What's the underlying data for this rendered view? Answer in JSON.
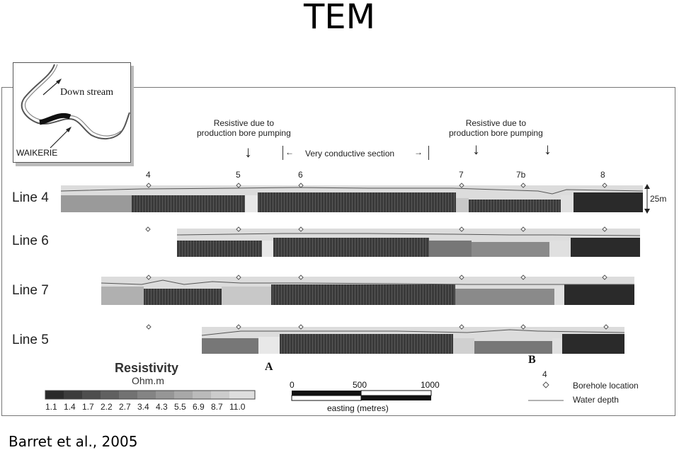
{
  "title": "TEM",
  "citation": "Barret et al., 2005",
  "inset": {
    "downstream_label": "Down stream",
    "town_label": "WAIKERIE"
  },
  "annotations": {
    "resistive_left": "Resistive due to\nproduction bore pumping",
    "resistive_right": "Resistive due to\nproduction bore pumping",
    "conductive_section": "Very conductive section",
    "depth_scale": "25m",
    "point_a": "A",
    "point_b": "B"
  },
  "boreholes": [
    "4",
    "5",
    "6",
    "7",
    "7b",
    "8"
  ],
  "lines": [
    {
      "name": "Line 4"
    },
    {
      "name": "Line 6"
    },
    {
      "name": "Line 7"
    },
    {
      "name": "Line 5"
    }
  ],
  "colorbar": {
    "title": "Resistivity",
    "unit": "Ohm.m",
    "ticks": [
      "1.1",
      "1.4",
      "1.7",
      "2.2",
      "2.7",
      "3.4",
      "4.3",
      "5.5",
      "6.9",
      "8.7",
      "11.0"
    ]
  },
  "scalebar": {
    "ticks": [
      "0",
      "500",
      "1000"
    ],
    "label": "easting (metres)"
  },
  "legend": {
    "borehole_number": "4",
    "borehole_label": "Borehole location",
    "water_label": "Water depth"
  }
}
